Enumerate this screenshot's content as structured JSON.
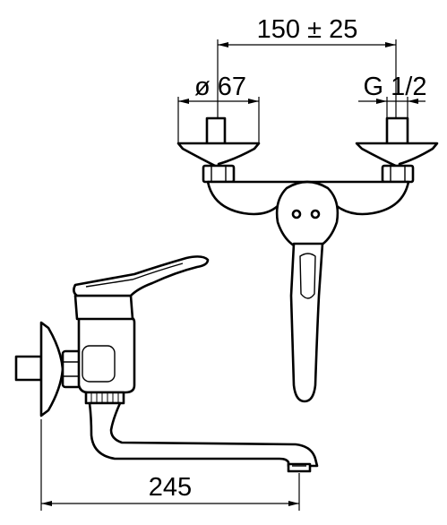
{
  "dimensions": {
    "spacing": "150 ± 25",
    "flange_diameter": "ø 67",
    "thread": "G 1/2",
    "reach": "245"
  }
}
